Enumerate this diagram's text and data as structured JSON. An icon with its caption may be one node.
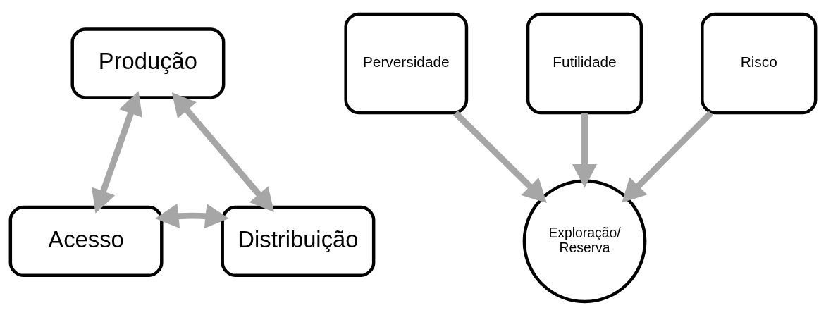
{
  "diagram": {
    "nodes": [
      {
        "text": [
          "Produção"
        ]
      },
      {
        "text": [
          "Acesso"
        ]
      },
      {
        "text": [
          "Distribuição"
        ]
      },
      {
        "text": [
          "Perversidade"
        ]
      },
      {
        "text": [
          "Futilidade"
        ]
      },
      {
        "text": [
          "Risco"
        ]
      },
      {
        "text": [
          "Exploração/ Reserva"
        ]
      }
    ],
    "edges": [
      {
        "from": 0,
        "to": 1,
        "arrow": "both"
      },
      {
        "from": 0,
        "to": 2,
        "arrow": "both"
      },
      {
        "from": 1,
        "to": 2,
        "arrow": "both"
      },
      {
        "from": 4,
        "to": 6,
        "arrow": "to"
      },
      {
        "from": 3,
        "to": 6,
        "arrow": "to"
      },
      {
        "from": 5,
        "to": 6,
        "arrow": "to"
      }
    ]
  }
}
